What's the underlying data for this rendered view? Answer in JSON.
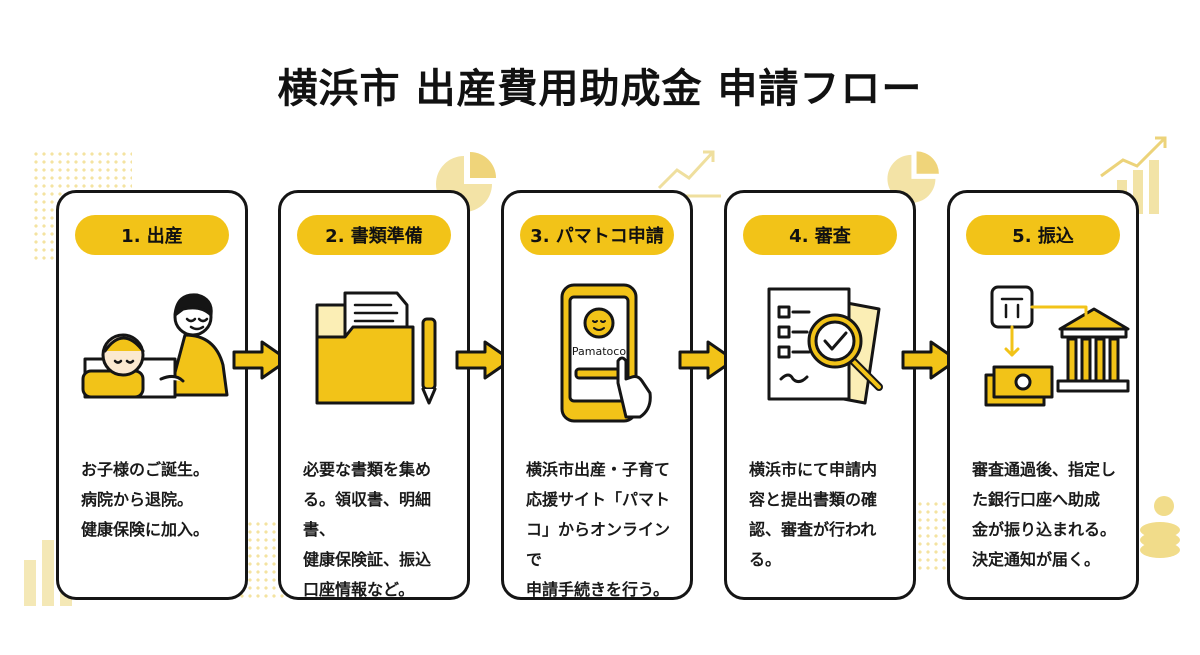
{
  "title": "横浜市 出産費用助成金 申請フロー",
  "steps": [
    {
      "label": "1. 出産",
      "desc_lines": [
        "お子様のご誕生。",
        "病院から退院。",
        "健康保険に加入。"
      ],
      "icon": "newborn-with-parent-icon"
    },
    {
      "label": "2. 書類準備",
      "desc_lines": [
        "必要な書類を集め",
        "る。領収書、明細書、",
        "健康保険証、振込",
        "口座情報など。"
      ],
      "icon": "documents-folder-icon"
    },
    {
      "label": "3. パマトコ申請",
      "desc_lines": [
        "横浜市出産・子育て",
        "応援サイト「パマト",
        "コ」からオンラインで",
        "申請手続きを行う。"
      ],
      "icon": "smartphone-app-icon",
      "app_name": "Pamatoco"
    },
    {
      "label": "4. 審査",
      "desc_lines": [
        "横浜市にて申請内",
        "容と提出書類の確",
        "認、審査が行われ",
        "る。"
      ],
      "icon": "document-review-icon"
    },
    {
      "label": "5. 振込",
      "desc_lines": [
        "審査通過後、指定し",
        "た銀行口座へ助成",
        "金が振り込まれる。",
        "決定通知が届く。"
      ],
      "icon": "bank-transfer-icon"
    }
  ],
  "colors": {
    "accent": "#f2c318",
    "outline": "#151515",
    "text": "#111111",
    "decor": "#f1dc8a"
  }
}
